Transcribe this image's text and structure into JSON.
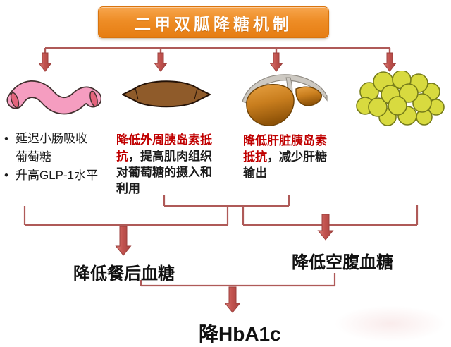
{
  "title": "二甲双胍降糖机制",
  "bullet_char": "•",
  "mechanisms": {
    "intestine": {
      "bullets": [
        {
          "lines": [
            "延迟小肠吸收",
            "葡萄糖"
          ]
        },
        {
          "lines": [
            "升高GLP-1水平"
          ]
        }
      ]
    },
    "muscle": {
      "red_text": "降低外周胰岛素抵抗",
      "black_text": "，提高肌肉组织对葡萄糖的摄入和利用"
    },
    "liver": {
      "red_text": "降低肝脏胰岛素抵抗",
      "black_text": "，减少肝糖输出"
    }
  },
  "outcomes": {
    "postprandial": "降低餐后血糖",
    "fasting": "降低空腹血糖",
    "final": "降HbA1c"
  },
  "icons": {
    "intestine": "intestine-icon",
    "muscle": "muscle-icon",
    "liver": "liver-icon",
    "fat": "fat-cells-icon"
  },
  "colors": {
    "banner_orange": "#EE8D26",
    "connector_red": "#AF5A58",
    "arrow_red": "#C0504D",
    "emphasis_red": "#C00000",
    "text_black": "#1C1C1C"
  }
}
